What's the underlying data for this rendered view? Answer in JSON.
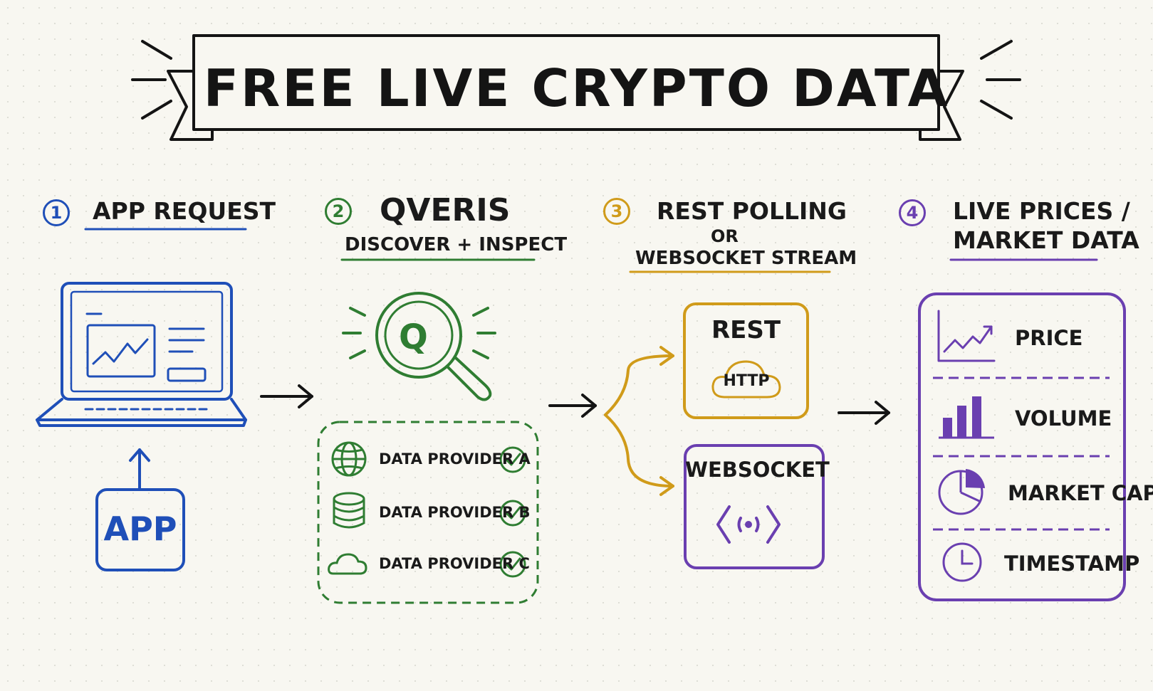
{
  "title": "FREE LIVE CRYPTO DATA",
  "steps": [
    {
      "num": "1",
      "title": "APP REQUEST",
      "color": "#1f4fb8",
      "app_label": "APP"
    },
    {
      "num": "2",
      "title": "QVERIS",
      "subtitle": "DISCOVER + INSPECT",
      "color": "#2f7d32",
      "logo_letter": "Q",
      "providers": [
        "DATA PROVIDER A",
        "DATA PROVIDER B",
        "DATA PROVIDER C"
      ]
    },
    {
      "num": "3",
      "title": "REST POLLING",
      "subtitle_or": "OR",
      "subtitle": "WEBSOCKET STREAM",
      "color": "#d09b1a",
      "rest_label": "REST",
      "http_label": "HTTP",
      "ws_label": "WEBSOCKET",
      "ws_color": "#6a3fb0"
    },
    {
      "num": "4",
      "title_line1": "LIVE PRICES /",
      "title_line2": "MARKET DATA",
      "color": "#6a3fb0",
      "metrics": [
        "PRICE",
        "VOLUME",
        "MARKET CAP",
        "TIMESTAMP"
      ]
    }
  ]
}
